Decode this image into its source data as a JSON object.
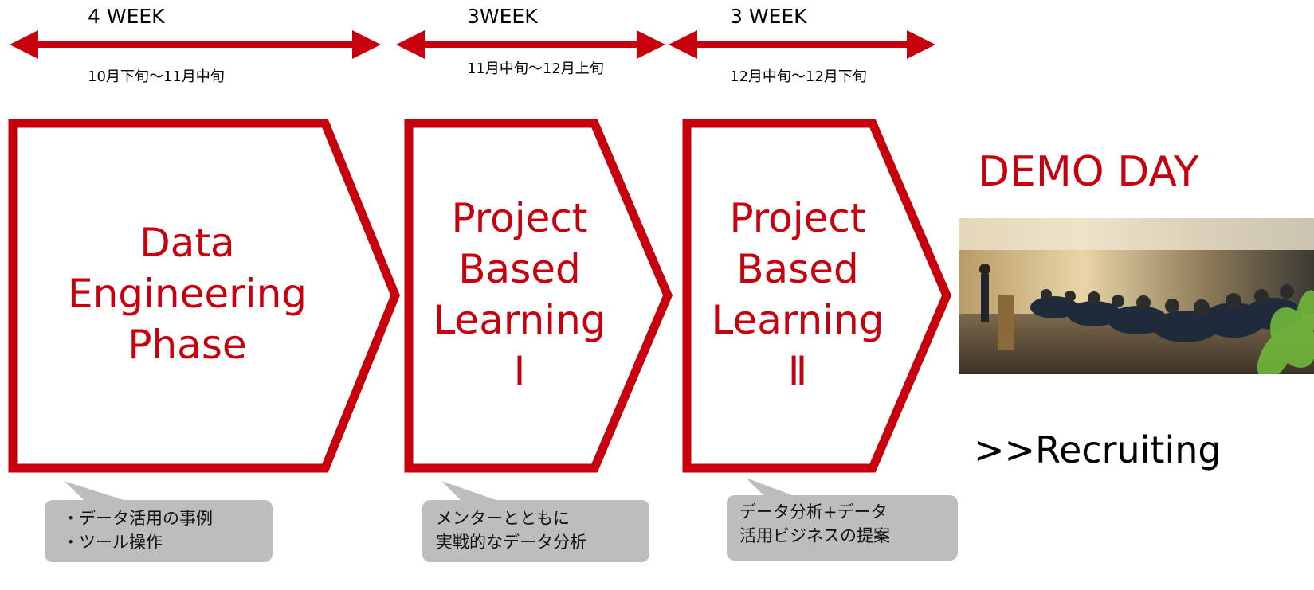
{
  "timeline": {
    "segments": [
      {
        "duration": "4 WEEK",
        "period": "10月下旬～11月中旬"
      },
      {
        "duration": "3WEEK",
        "period": "11月中旬～12月上旬"
      },
      {
        "duration": "3 WEEK",
        "period": "12月中旬～12月下旬"
      }
    ]
  },
  "phases": [
    {
      "lines": [
        "Data",
        "Engineering",
        "Phase"
      ],
      "notes": [
        "・データ活用の事例",
        "・ツール操作"
      ]
    },
    {
      "lines": [
        "Project",
        "Based",
        "Learning",
        "Ⅰ"
      ],
      "notes": [
        "メンターとともに",
        "実戦的なデータ分析"
      ]
    },
    {
      "lines": [
        "Project",
        "Based",
        "Learning",
        "Ⅱ"
      ],
      "notes": [
        "データ分析+データ",
        "活用ビジネスの提案"
      ]
    }
  ],
  "demo": {
    "title": "DEMO DAY",
    "footer": ">>Recruiting"
  },
  "colors": {
    "accent": "#c8000e",
    "callout": "#bdbdbd"
  },
  "icons": {
    "photo": "event-photo"
  }
}
